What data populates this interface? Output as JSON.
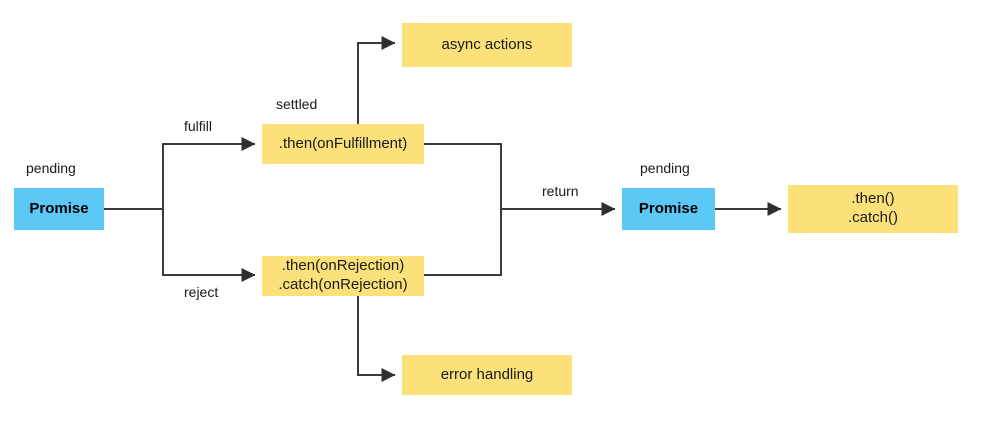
{
  "diagram": {
    "title": "JavaScript Promise flow diagram",
    "colors": {
      "promise_box": "#5BC8F5",
      "handler_box": "#FCE17A",
      "line": "#3a3a3a",
      "text": "#1a1a1a",
      "background": "#ffffff"
    },
    "nodes": [
      {
        "id": "promise_initial",
        "label": "Promise",
        "kind": "blue"
      },
      {
        "id": "then_fulfillment",
        "label": ".then(onFulfillment)",
        "kind": "yellow"
      },
      {
        "id": "async_actions",
        "label": "async actions",
        "kind": "yellow"
      },
      {
        "id": "then_catch_rejection",
        "label": ".then(onRejection)\n.catch(onRejection)",
        "kind": "yellow"
      },
      {
        "id": "error_handling",
        "label": "error handling",
        "kind": "yellow"
      },
      {
        "id": "promise_returned",
        "label": "Promise",
        "kind": "blue"
      },
      {
        "id": "then_catch",
        "label": ".then()\n.catch()",
        "kind": "yellow"
      }
    ],
    "state_labels": [
      {
        "id": "pending_initial",
        "text": "pending"
      },
      {
        "id": "settled",
        "text": "settled"
      },
      {
        "id": "pending_returned",
        "text": "pending"
      }
    ],
    "edge_labels": [
      {
        "id": "fulfill",
        "text": "fulfill"
      },
      {
        "id": "reject",
        "text": "reject"
      },
      {
        "id": "return",
        "text": "return"
      }
    ]
  }
}
